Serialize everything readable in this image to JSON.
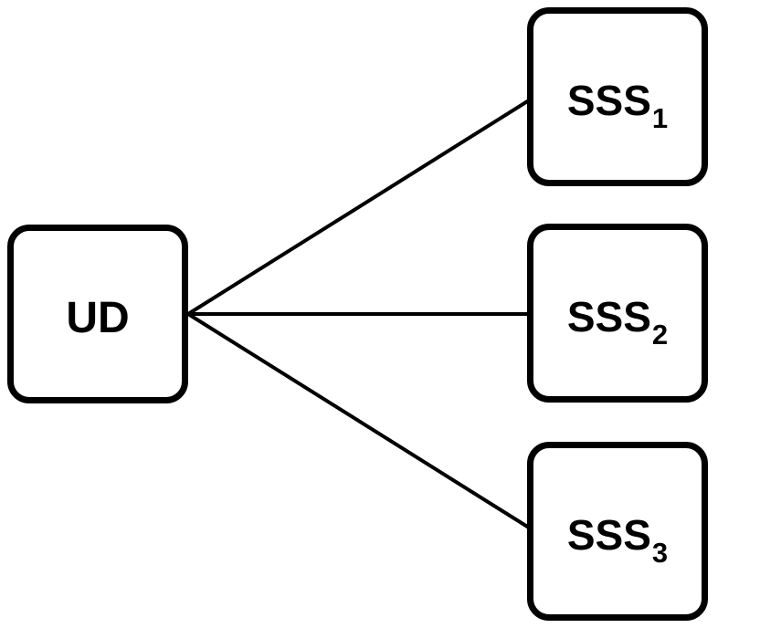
{
  "diagram": {
    "nodes": {
      "ud": {
        "label": "UD"
      },
      "sss1": {
        "label": "SSS",
        "subscript": "1"
      },
      "sss2": {
        "label": "SSS",
        "subscript": "2"
      },
      "sss3": {
        "label": "SSS",
        "subscript": "3"
      }
    },
    "edges": [
      {
        "from": "UD",
        "to": "SSS1"
      },
      {
        "from": "UD",
        "to": "SSS2"
      },
      {
        "from": "UD",
        "to": "SSS3"
      }
    ]
  }
}
